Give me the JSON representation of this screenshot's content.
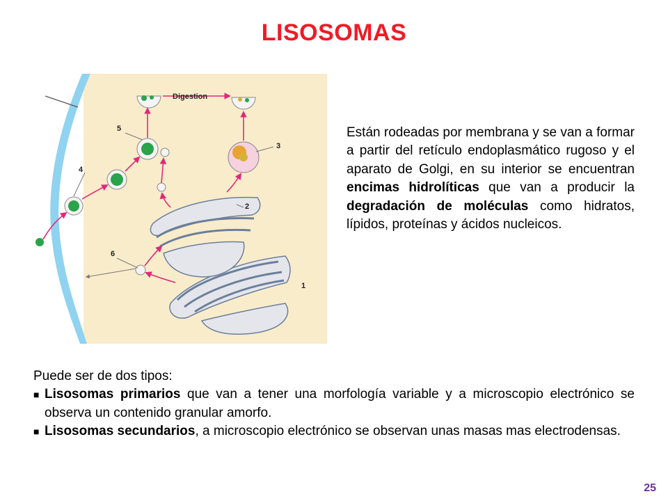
{
  "title": "LISOSOMAS",
  "figure": {
    "labels": {
      "digestion": "Digestion",
      "n1": "1",
      "n2": "2",
      "n3": "3",
      "n4": "4",
      "n5": "5",
      "n6": "6"
    },
    "colors": {
      "background": "#f9eccb",
      "membrane": "#8fd3f0",
      "arrow": "#e0297a",
      "vesicle": "#f4f4f4",
      "content": "#2aa34a"
    }
  },
  "description": {
    "part1": "Están rodeadas por membrana y se van a formar a partir del retículo endoplasmático rugoso y el aparato de Golgi, en su interior se encuentran ",
    "bold1": "encimas hidrolíticas",
    "part2": " que van a producir la ",
    "bold2": "degradación de moléculas",
    "part3": " como hidratos, lípidos, proteínas y ácidos nucleicos."
  },
  "types": {
    "intro": "Puede ser de dos tipos:",
    "items": [
      {
        "bold": "Lisosomas primarios",
        "text": " que van a tener una morfología variable y a microscopio electrónico se observa un contenido granular amorfo."
      },
      {
        "bold": "Lisosomas secundarios",
        "text": ", a microscopio electrónico se observan unas masas mas electrodensas."
      }
    ],
    "bullet_icon": "square-bullet-icon"
  },
  "page_number": "25"
}
